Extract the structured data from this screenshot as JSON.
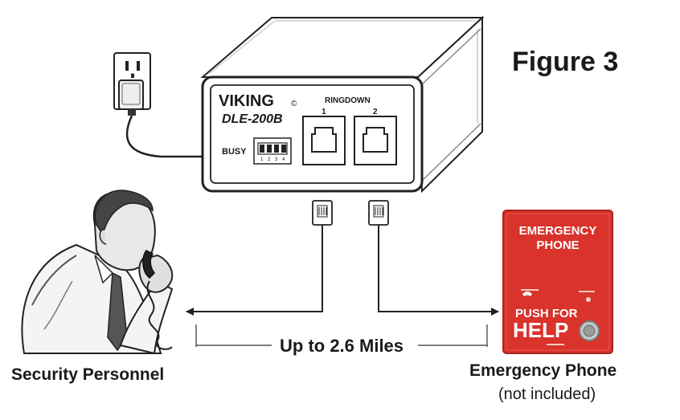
{
  "figure": {
    "title": "Figure 3"
  },
  "device": {
    "brand": "VIKING",
    "brand_mark": "©",
    "model": "DLE-200B",
    "ringdown_label": "RINGDOWN",
    "port_1_label": "1",
    "port_2_label": "2",
    "busy_label": "BUSY",
    "dip_switch_numbers": [
      "1",
      "2",
      "3",
      "4"
    ]
  },
  "distance": {
    "label": "Up to 2.6 Miles"
  },
  "security": {
    "label": "Security Personnel"
  },
  "emergency_phone": {
    "label": "Emergency Phone",
    "note": "(not included)",
    "panel_title_1": "EMERGENCY",
    "panel_title_2": "PHONE",
    "push_label": "PUSH FOR",
    "help_label": "HELP",
    "panel_color": "#d9332b"
  },
  "colors": {
    "ink": "#1a1a1a",
    "device_body": "#ffffff",
    "line": "#222222"
  }
}
